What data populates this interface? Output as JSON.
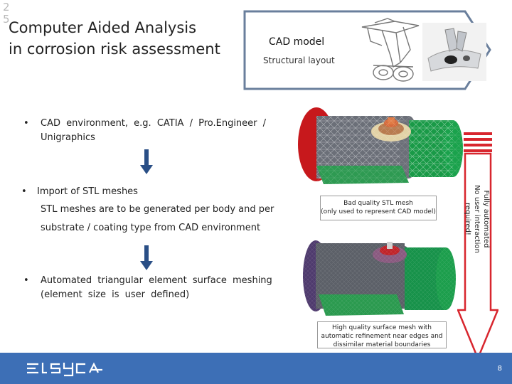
{
  "corner": {
    "line1": "2",
    "line2": "5"
  },
  "title": {
    "line1": "Computer Aided Analysis",
    "line2": "in corrosion risk assessment"
  },
  "cad_banner": {
    "label": "CAD model",
    "sublabel": "Structural layout"
  },
  "bullets": {
    "b1": {
      "marker": "•",
      "text": "CAD environment, e.g. CATIA / Pro.Engineer / Unigraphics"
    },
    "b2": {
      "marker": "•",
      "text": "Import of STL meshes",
      "sub1": "STL meshes are to be generated per body and per",
      "sub2": "substrate / coating type from CAD environment"
    },
    "b3": {
      "marker": "•",
      "text": "Automated triangular element surface meshing (element size is user defined)"
    }
  },
  "captions": {
    "bad_mesh_line1": "Bad quality STL mesh",
    "bad_mesh_line2": "(only used to represent CAD model)",
    "good_mesh": "High quality surface mesh with automatic refinement near edges and dissimilar material boundaries"
  },
  "automation_arrow": {
    "line1": "Fully automated",
    "line2": "No user interaction required!"
  },
  "footer": {
    "logo_text": "elsyca",
    "page_number": "8"
  },
  "colors": {
    "footer_blue": "#3d6fb6",
    "arrow_red": "#d8262e",
    "arrow_blue": "#2a4f86"
  },
  "icons": {
    "down_arrow": "down-arrow-icon",
    "logo": "elsyca-logo"
  }
}
